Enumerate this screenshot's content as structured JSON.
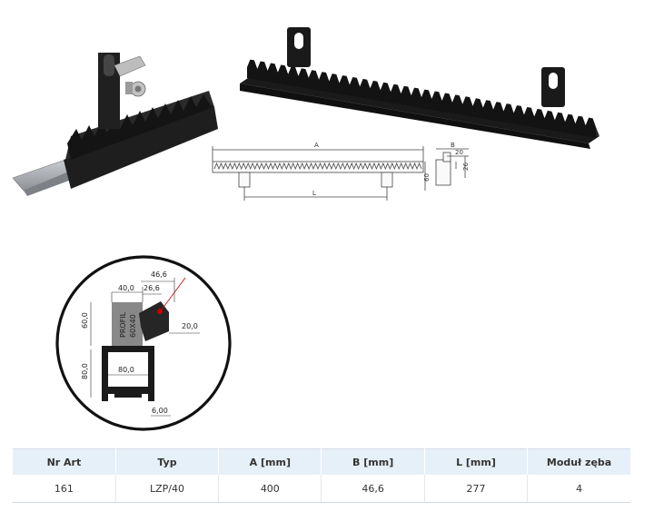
{
  "drawing": {
    "label_a": "A",
    "label_l": "L",
    "label_b": "B",
    "label_20": "20",
    "label_60": "60",
    "label_26": "26"
  },
  "section": {
    "dim_46_6": "46,6",
    "dim_40_0": "40,0",
    "dim_26_6": "26,6",
    "dim_60_0": "60,0",
    "dim_20_0": "20,0",
    "dim_80_0_vertical": "80,0",
    "dim_80_0_horizontal": "80,0",
    "dim_6_00": "6,00",
    "profile_line1": "PROFIL",
    "profile_line2": "60X40"
  },
  "table": {
    "headers": [
      "Nr Art",
      "Typ",
      "A [mm]",
      "B [mm]",
      "L [mm]",
      "Moduł zęba"
    ],
    "rows": [
      [
        "161",
        "LZP/40",
        "400",
        "46,6",
        "277",
        "4"
      ]
    ]
  }
}
